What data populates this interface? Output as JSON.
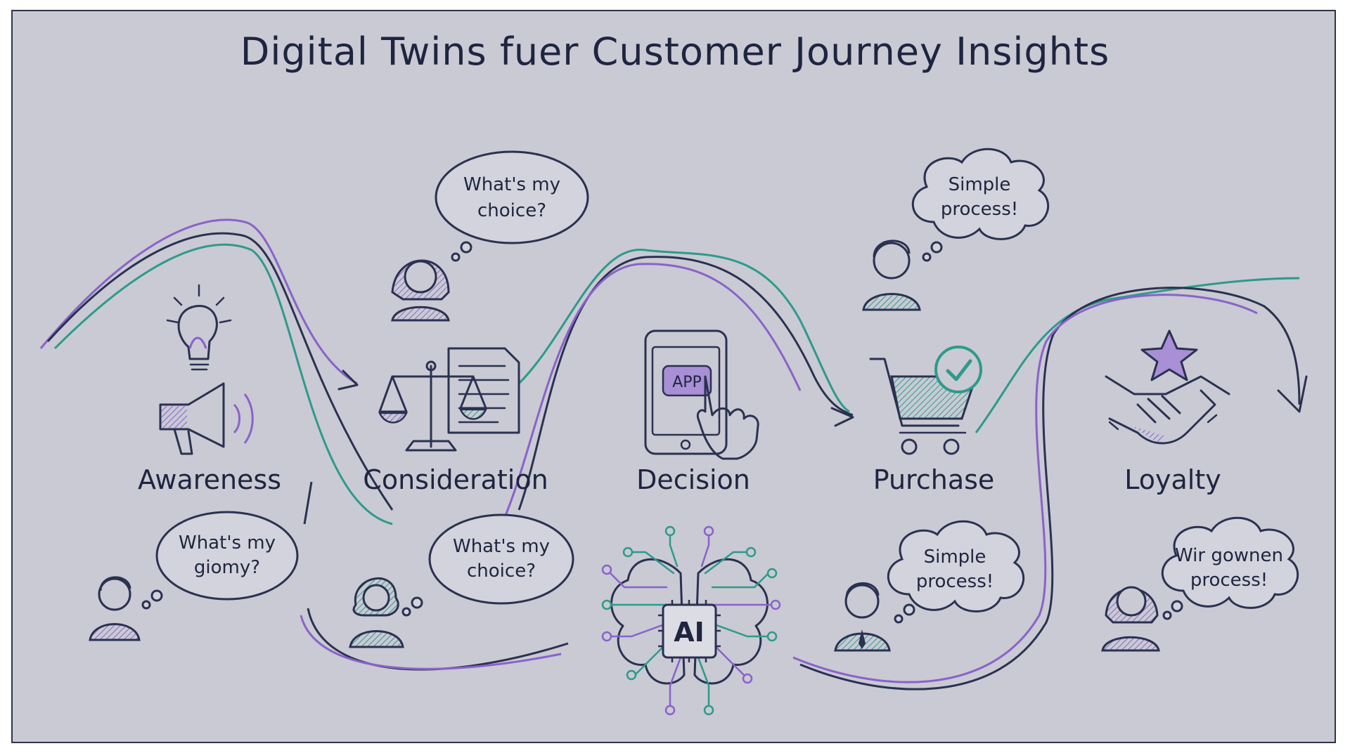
{
  "title": "Digital Twins fuer Customer Journey Insights",
  "colors": {
    "background": "#c9cad4",
    "ink": "#2b3150",
    "purple": "#8a62c9",
    "teal": "#2e9a8a"
  },
  "stages": [
    {
      "label": "Awareness",
      "icon": "lightbulb-megaphone-icon"
    },
    {
      "label": "Consideration",
      "icon": "scales-document-icon"
    },
    {
      "label": "Decision",
      "icon": "phone-app-tap-icon",
      "badge": "APP"
    },
    {
      "label": "Purchase",
      "icon": "cart-check-icon"
    },
    {
      "label": "Loyalty",
      "icon": "star-handshake-icon"
    }
  ],
  "bubbles_top": [
    {
      "line1": "What's my",
      "line2": "choice?"
    },
    {
      "line1": "Simple",
      "line2": "process!"
    }
  ],
  "bubbles_bottom": [
    {
      "line1": "What's my",
      "line2": "giomy?"
    },
    {
      "line1": "What's my",
      "line2": "choice?"
    },
    {
      "line1": "Simple",
      "line2": "process!"
    },
    {
      "line1": "Wir gownen",
      "line2": "process!"
    }
  ],
  "center": {
    "label": "AI",
    "icon": "ai-brain-circuit-icon"
  }
}
